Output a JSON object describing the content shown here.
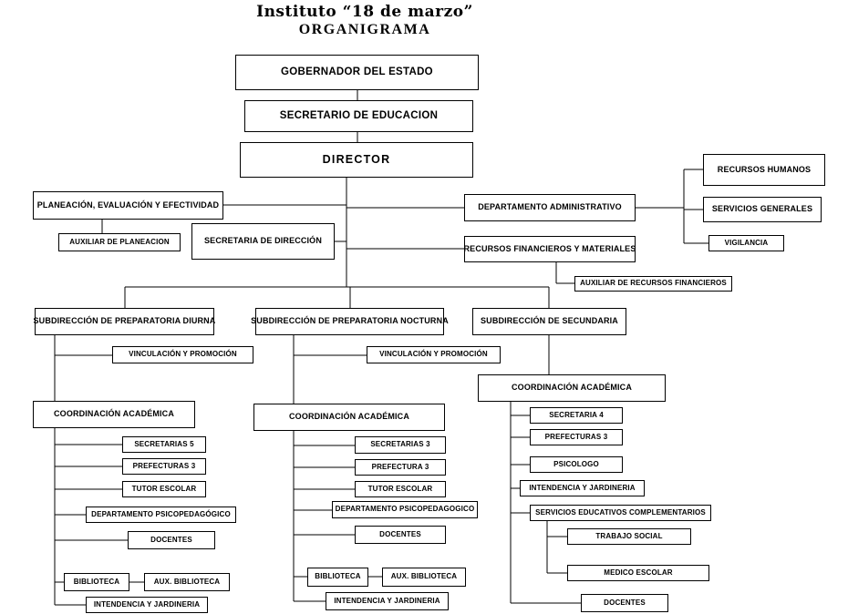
{
  "header": {
    "institute_name": "Instituto “18 de marzo”",
    "diagram_title": "ORGANIGRAMA"
  },
  "colors": {
    "background": "#ffffff",
    "line": "#000000",
    "text": "#000000"
  },
  "nodes": {
    "gobernador": "GOBERNADOR DEL ESTADO",
    "secretario_educacion": "SECRETARIO DE EDUCACION",
    "director": "DIRECTOR",
    "planeacion": "PLANEACIÓN, EVALUACIÓN Y EFECTIVIDAD",
    "auxiliar_planeacion": "AUXILIAR DE PLANEACION",
    "secretaria_direccion": "SECRETARIA DE DIRECCIÓN",
    "depto_administrativo": "DEPARTAMENTO ADMINISTRATIVO",
    "recursos_humanos": "RECURSOS HUMANOS",
    "servicios_generales": "SERVICIOS GENERALES",
    "vigilancia": "VIGILANCIA",
    "recursos_financieros": "RECURSOS FINANCIEROS Y MATERIALES",
    "auxiliar_recursos": "AUXILIAR DE RECURSOS FINANCIEROS",
    "sub_diurna": "SUBDIRECCIÓN DE PREPARATORIA DIURNA",
    "sub_nocturna": "SUBDIRECCIÓN DE PREPARATORIA NOCTURNA",
    "sub_secundaria": "SUBDIRECCIÓN DE SECUNDARIA",
    "vinculacion_diurna": "VINCULACIÓN Y PROMOCIÓN",
    "vinculacion_nocturna": "VINCULACIÓN Y PROMOCIÓN",
    "coord_diurna": "COORDINACIÓN ACADÉMICA",
    "coord_nocturna": "COORDINACIÓN ACADÉMICA",
    "coord_secundaria": "COORDINACIÓN ACADÉMICA",
    "diurna_secretarias": "SECRETARIAS 5",
    "diurna_prefecturas": "PREFECTURAS 3",
    "diurna_tutor": "TUTOR ESCOLAR",
    "diurna_psicopedagogico": "DEPARTAMENTO PSICOPEDAGÓGICO",
    "diurna_docentes": "DOCENTES",
    "diurna_biblioteca": "BIBLIOTECA",
    "diurna_aux_biblioteca": "AUX. BIBLIOTECA",
    "diurna_intendencia": "INTENDENCIA Y JARDINERIA",
    "nocturna_secretarias": "SECRETARIAS 3",
    "nocturna_prefectura": "PREFECTURA 3",
    "nocturna_tutor": "TUTOR ESCOLAR",
    "nocturna_psicopedagogico": "DEPARTAMENTO PSICOPEDAGOGICO",
    "nocturna_docentes": "DOCENTES",
    "nocturna_biblioteca": "BIBLIOTECA",
    "nocturna_aux_biblioteca": "AUX. BIBLIOTECA",
    "nocturna_intendencia": "INTENDENCIA Y JARDINERIA",
    "sec_secretaria": "SECRETARIA 4",
    "sec_prefecturas": "PREFECTURAS 3",
    "sec_psicologo": "PSICOLOGO",
    "sec_intendencia": "INTENDENCIA Y JARDINERIA",
    "sec_servicios": "SERVICIOS EDUCATIVOS COMPLEMENTARIOS",
    "sec_trabajo_social": "TRABAJO SOCIAL",
    "sec_medico": "MEDICO ESCOLAR",
    "sec_docentes": "DOCENTES"
  }
}
